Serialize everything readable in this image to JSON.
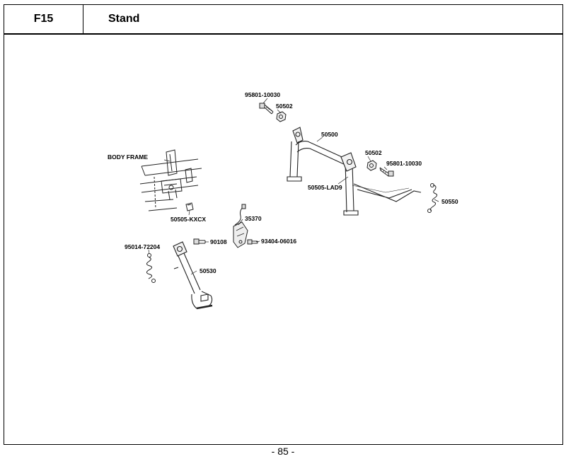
{
  "header": {
    "section_code": "F15",
    "title": "Stand"
  },
  "diagram": {
    "labels": {
      "body_frame": "BODY FRAME",
      "p95801_top": "95801-10030",
      "p50502_top": "50502",
      "p50500": "50500",
      "p50502_right": "50502",
      "p95801_right": "95801-10030",
      "p50505_lad9": "50505-LAD9",
      "p50550": "50550",
      "p50505_kxcx": "50505-KXCX",
      "p35370": "35370",
      "p93404": "93404-06016",
      "p90108": "90108",
      "p95014": "95014-72204",
      "p50530": "50530"
    }
  },
  "footer": {
    "page_number": "- 85 -"
  }
}
